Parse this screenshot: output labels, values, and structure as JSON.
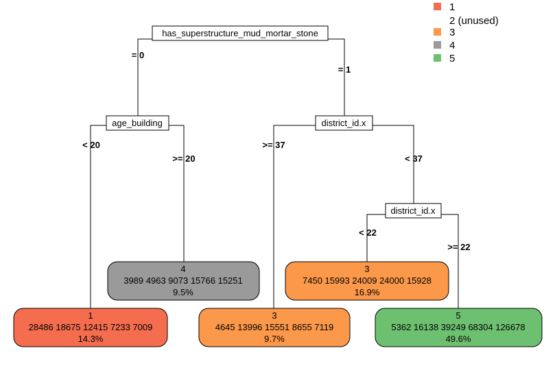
{
  "legend": [
    {
      "label": "1",
      "color": "#F46D4E"
    },
    {
      "label": "2 (unused)",
      "color": ""
    },
    {
      "label": "3",
      "color": "#FB984A"
    },
    {
      "label": "4",
      "color": "#9A9A9A"
    },
    {
      "label": "5",
      "color": "#6EC071"
    }
  ],
  "splits": {
    "root": "has_superstructure_mud_mortar_stone",
    "age": "age_building",
    "district1": "district_id.x",
    "district2": "district_id.x"
  },
  "edges": {
    "root_left": "= 0",
    "root_right": "= 1",
    "age_left": "< 20",
    "age_right": ">= 20",
    "d1_left": ">= 37",
    "d1_right": "< 37",
    "d2_left": "< 22",
    "d2_right": ">= 22"
  },
  "leaves": {
    "leaf1": {
      "cls": "1",
      "counts": "28486  18675  12415  7233  7009",
      "pct": "14.3%",
      "color": "#F46D4E"
    },
    "leaf4": {
      "cls": "4",
      "counts": "3989  4963  9073  15766  15251",
      "pct": "9.5%",
      "color": "#9A9A9A"
    },
    "leaf3a": {
      "cls": "3",
      "counts": "4645  13996  15551  8655  7119",
      "pct": "9.7%",
      "color": "#FB984A"
    },
    "leaf3b": {
      "cls": "3",
      "counts": "7450  15993  24009  24000  15928",
      "pct": "16.9%",
      "color": "#FB984A"
    },
    "leaf5": {
      "cls": "5",
      "counts": "5362  16138  39249  68304  126678",
      "pct": "49.6%",
      "color": "#6EC071"
    }
  }
}
